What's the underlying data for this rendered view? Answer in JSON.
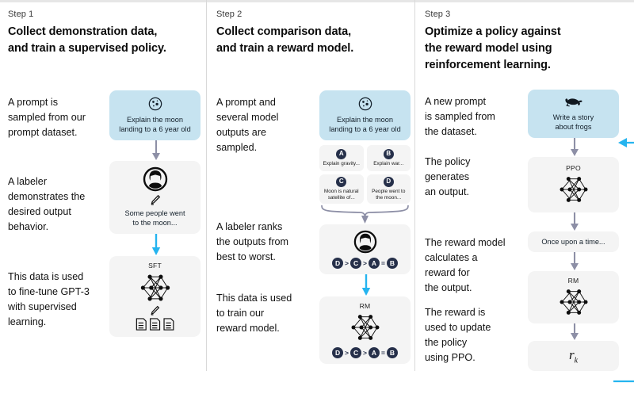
{
  "meta": {
    "diagram_title": "InstructGPT / RLHF three-step training diagram",
    "colors": {
      "prompt_box": "#c6e3f0",
      "node_box": "#f4f4f4",
      "gray_arrow": "#8d8fa6",
      "blue_arrow": "#25b4ef",
      "badge": "#26304a",
      "divider": "#d9d9d9"
    }
  },
  "columns": [
    {
      "step_label": "Step 1",
      "title_line1": "Collect demonstration data,",
      "title_line2": "and train a supervised policy.",
      "paragraphs": [
        "A prompt is\nsampled from our\nprompt dataset.",
        "A labeler\ndemonstrates the\ndesired output\nbehavior.",
        "This data is used\nto fine-tune GPT-3\nwith supervised\nlearning."
      ],
      "nodes": {
        "prompt": {
          "icon": "moon-icon",
          "text": "Explain the moon\nlanding to a 6 year old"
        },
        "labeler": {
          "icon": "labeler-avatar-icon",
          "sub_icon": "pencil-icon",
          "text": "Some people went\nto the moon..."
        },
        "sft": {
          "caption": "SFT",
          "icon": "neural-network-icon",
          "sub_icon": "pencil-icon",
          "footer_icon": "documents-icon"
        }
      }
    },
    {
      "step_label": "Step 2",
      "title_line1": "Collect comparison data,",
      "title_line2": "and train a reward model.",
      "paragraphs": [
        "A prompt and\nseveral model\noutputs are\nsampled.",
        "A labeler ranks\nthe outputs from\nbest to worst.",
        "This data is used\nto train our\nreward model."
      ],
      "nodes": {
        "prompt": {
          "icon": "moon-icon",
          "text": "Explain the moon\nlanding to a 6 year old"
        },
        "options": [
          {
            "badge": "A",
            "text": "Explain gravity..."
          },
          {
            "badge": "B",
            "text": "Explain war..."
          },
          {
            "badge": "C",
            "text": "Moon is natural\nsatellite of..."
          },
          {
            "badge": "D",
            "text": "People went to\nthe moon..."
          }
        ],
        "ranker": {
          "icon": "labeler-avatar-icon",
          "ranking": [
            "D",
            ">",
            "C",
            ">",
            "A",
            "=",
            "B"
          ]
        },
        "rm": {
          "caption": "RM",
          "icon": "neural-network-icon",
          "ranking": [
            "D",
            ">",
            "C",
            ">",
            "A",
            "=",
            "B"
          ]
        }
      }
    },
    {
      "step_label": "Step 3",
      "title_line1": "Optimize a policy against",
      "title_line2": "the reward model using",
      "title_line3": "reinforcement learning.",
      "paragraphs": [
        "A new prompt\nis sampled from\nthe dataset.",
        "The policy\ngenerates\nan output.",
        "The reward model\ncalculates a\nreward for\nthe output.",
        "The reward is\nused to update\nthe policy\nusing PPO."
      ],
      "nodes": {
        "prompt": {
          "icon": "frog-icon",
          "text": "Write a story\nabout frogs"
        },
        "ppo": {
          "caption": "PPO",
          "icon": "neural-network-icon"
        },
        "output": {
          "text": "Once upon a time..."
        },
        "rm": {
          "caption": "RM",
          "icon": "neural-network-icon"
        },
        "reward": {
          "value": "r",
          "subscript": "k"
        }
      }
    }
  ]
}
